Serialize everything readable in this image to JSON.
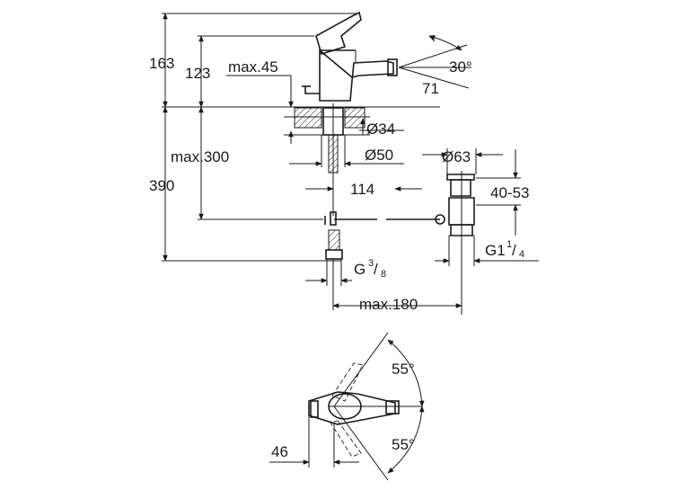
{
  "dimensions": {
    "overall_height": "163",
    "spout_height": "123",
    "max_45": "max.45",
    "angle_30": "30°",
    "spout_reach": "71",
    "hole_diameter": "Ø34",
    "base_diameter": "Ø50",
    "max_300": "max.300",
    "depth_390": "390",
    "offset_114": "114",
    "waste_diameter": "Ø63",
    "waste_range": "40-53",
    "connection_main": "G",
    "connection_fraction_num": "3",
    "connection_fraction_den": "8",
    "waste_thread_main": "G1",
    "waste_thread_num": "1",
    "waste_thread_den": "4",
    "max_180": "max.180",
    "angle_55_top": "55°",
    "angle_55_bottom": "55°",
    "width_46": "46"
  },
  "colors": {
    "ink": "#1a1a1a",
    "background": "#ffffff"
  }
}
